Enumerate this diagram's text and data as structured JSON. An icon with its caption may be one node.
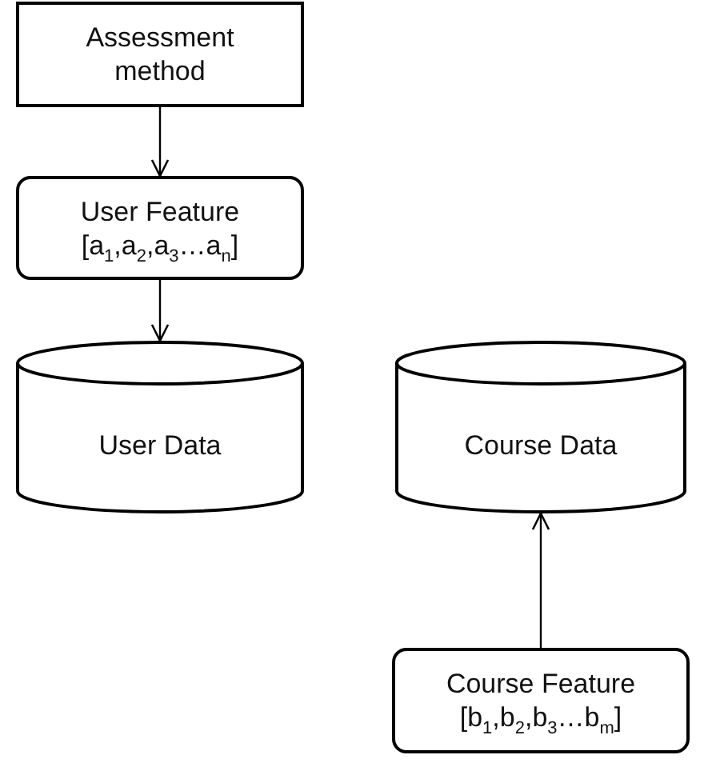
{
  "diagram": {
    "nodes": [
      {
        "text": [
          "Assessment method"
        ]
      },
      {
        "text": [
          "User Feature",
          "[a$_{1}$,a$_{2}$,a$_{3}$…a$_{n}$]"
        ]
      },
      {
        "text": [
          "User Data"
        ]
      },
      {
        "text": [
          "Course Data"
        ]
      },
      {
        "text": [
          "Course Feature",
          "[b$_{1}$,b$_{2}$,b$_{3}$…b$_{m}$]"
        ]
      }
    ],
    "edges": [
      {
        "from": 0,
        "to": 1,
        "arrow": "to"
      },
      {
        "from": 1,
        "to": 2,
        "arrow": "to"
      },
      {
        "from": 4,
        "to": 3,
        "arrow": "to"
      }
    ]
  }
}
